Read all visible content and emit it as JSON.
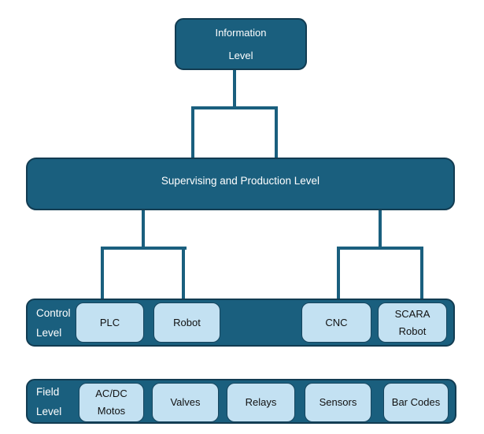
{
  "palette": {
    "dark_fill": "#1A5F7E",
    "dark_border": "#123C52",
    "light_fill": "#C3E1F2",
    "light_border": "#16455E",
    "light_text": "#FFFFFF",
    "dark_text": "#111111",
    "connector": "#1A5F7E"
  },
  "diagram": {
    "information": {
      "label": "Information\nLevel"
    },
    "supervising": {
      "label": "Supervising and Production Level"
    },
    "control": {
      "band_label": "Control\nLevel",
      "items": [
        {
          "label": "PLC"
        },
        {
          "label": "Robot"
        },
        {
          "label": "CNC"
        },
        {
          "label": "SCARA\nRobot"
        }
      ]
    },
    "field": {
      "band_label": "Field\nLevel",
      "items": [
        {
          "label": "AC/DC\nMotos"
        },
        {
          "label": "Valves"
        },
        {
          "label": "Relays"
        },
        {
          "label": "Sensors"
        },
        {
          "label": "Bar Codes"
        }
      ]
    }
  }
}
